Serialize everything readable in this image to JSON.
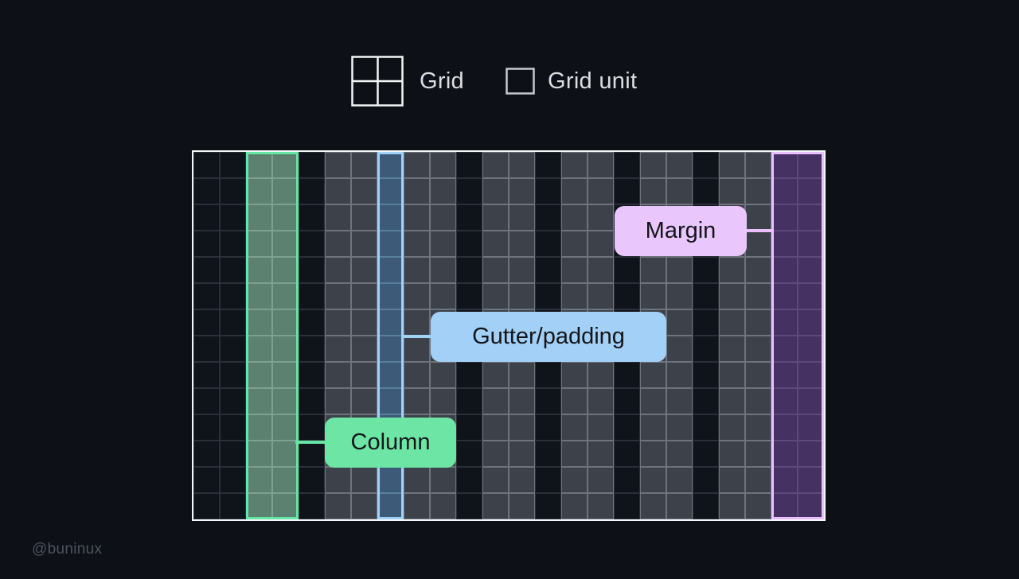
{
  "page": {
    "watermark": "@buninux"
  },
  "legend": {
    "grid_label": "Grid",
    "grid_unit_label": "Grid unit",
    "grid_icon": "grid-2x2-icon",
    "grid_unit_icon": "square-icon"
  },
  "diagram": {
    "columns": 24,
    "rows": 14,
    "cell_size": 33,
    "stripes": [
      {
        "name": "margin-left",
        "role": "margin",
        "cells": 2,
        "variant": "dark"
      },
      {
        "name": "column-1-highlight",
        "role": "column",
        "cells": 2,
        "variant": "green"
      },
      {
        "name": "gutter-1",
        "role": "gutter",
        "cells": 1,
        "variant": "dark"
      },
      {
        "name": "column-2",
        "role": "column",
        "cells": 2,
        "variant": "gray"
      },
      {
        "name": "gutter-2-highlight",
        "role": "gutter",
        "cells": 1,
        "variant": "blue"
      },
      {
        "name": "column-3",
        "role": "column",
        "cells": 2,
        "variant": "gray"
      },
      {
        "name": "gutter-3",
        "role": "gutter",
        "cells": 1,
        "variant": "dark"
      },
      {
        "name": "column-4",
        "role": "column",
        "cells": 2,
        "variant": "gray"
      },
      {
        "name": "gutter-4",
        "role": "gutter",
        "cells": 1,
        "variant": "dark"
      },
      {
        "name": "column-5",
        "role": "column",
        "cells": 2,
        "variant": "gray"
      },
      {
        "name": "gutter-5",
        "role": "gutter",
        "cells": 1,
        "variant": "dark"
      },
      {
        "name": "column-6",
        "role": "column",
        "cells": 2,
        "variant": "gray"
      },
      {
        "name": "gutter-6",
        "role": "gutter",
        "cells": 1,
        "variant": "dark"
      },
      {
        "name": "column-7",
        "role": "column",
        "cells": 2,
        "variant": "gray"
      },
      {
        "name": "margin-right-highlight",
        "role": "margin",
        "cells": 2,
        "variant": "purple"
      }
    ],
    "labels": {
      "margin": "Margin",
      "gutter": "Gutter/padding",
      "column": "Column"
    }
  },
  "colors": {
    "background": "#0d1017",
    "grid_border": "#f5f6f7",
    "legend_text": "#dcdee1",
    "watermark_text": "#4d535d",
    "pill_text": "#141519",
    "green_accent": "#66e5a4",
    "blue_accent": "#a0d2f7",
    "purple_accent": "#e8c0fb",
    "green_pill_bg": "#6ce5a5",
    "blue_pill_bg": "#a2d0f6",
    "purple_pill_bg": "#e9c6fb",
    "variants": {
      "dark": {
        "fill": "#0f131a",
        "line": "#2a2f39"
      },
      "gray": {
        "fill": "#3d414a",
        "line": "#6e737c"
      },
      "green": {
        "fill": "#5c8171",
        "line": "#7fa08f",
        "border": "#66e5a4"
      },
      "blue": {
        "fill": "#3d5b78",
        "line": "#5a7e9e",
        "border": "#a0d2f7"
      },
      "purple": {
        "fill": "#453162",
        "line": "#5d497b",
        "border": "#e8c0fb"
      }
    }
  }
}
